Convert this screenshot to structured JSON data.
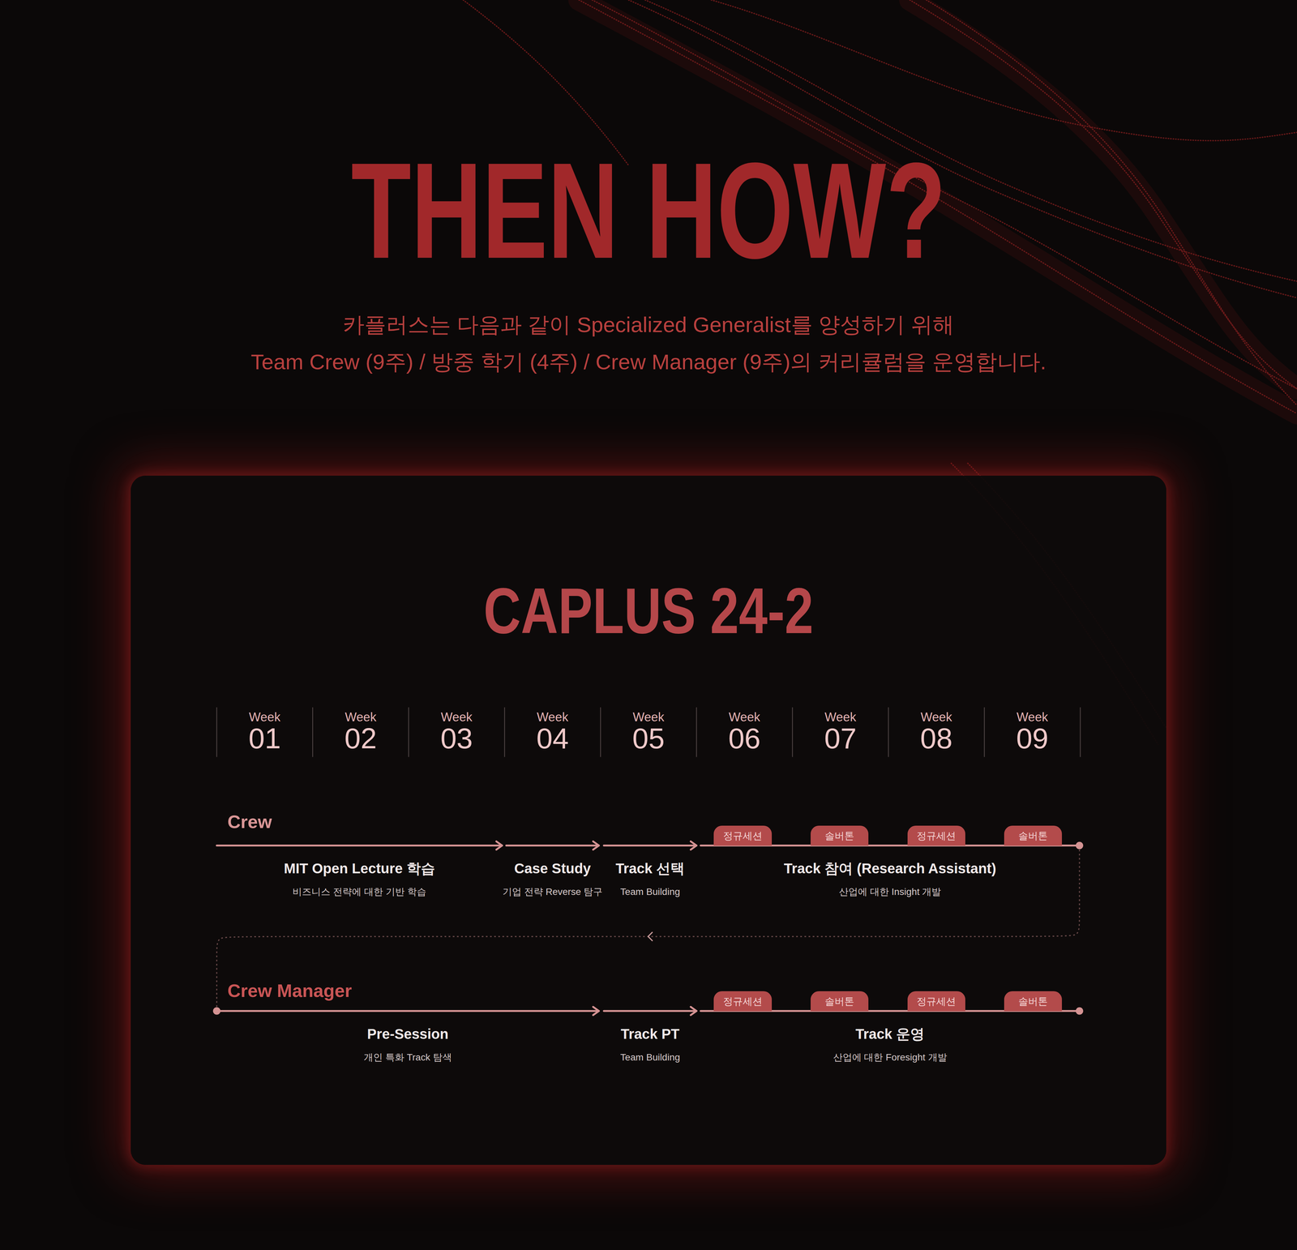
{
  "diagram": {
    "title": "THEN HOW?",
    "nodes": [
      {
        "text": [
          "CAPLUS 24-2"
        ]
      },
      {
        "text": [
          "정규세션"
        ],
        "in": 0
      },
      {
        "text": [
          "솔버톤"
        ],
        "in": 0
      },
      {
        "text": [
          "정규세션"
        ],
        "in": 0
      },
      {
        "text": [
          "솔버톤"
        ],
        "in": 0
      },
      {
        "text": [
          "MIT Open Lecture 학습",
          "비즈니스 전략에 대한 기반 학습"
        ],
        "in": 0
      },
      {
        "text": [
          "Case Study",
          "기업 전략 Reverse 탐구"
        ],
        "in": 0
      },
      {
        "text": [
          "Track 선택",
          "Team Building"
        ],
        "in": 0
      },
      {
        "text": [
          "Track 참여 (Research Assistant)",
          "산업에 대한 Insight 개발"
        ],
        "in": 0
      },
      {
        "text": [
          "정규세션"
        ],
        "in": 0
      },
      {
        "text": [
          "솔버톤"
        ],
        "in": 0
      },
      {
        "text": [
          "정규세션"
        ],
        "in": 0
      },
      {
        "text": [
          "솔버톤"
        ],
        "in": 0
      },
      {
        "text": [
          "Pre-Session",
          "개인 특화 Track 탐색"
        ],
        "in": 0
      },
      {
        "text": [
          "Track PT",
          "Team Building"
        ],
        "in": 0
      },
      {
        "text": [
          "Track 운영",
          "산업에 대한 Foresight 개발"
        ],
        "in": 0
      }
    ],
    "edges": [
      {
        "from": 8,
        "to": 13,
        "arrow": "to"
      }
    ],
    "labels": [
      "카플러스는 다음과 같이 Specialized Generalist를 양성하기 위해",
      "Team Crew (9주) / 방중 학기 (4주) / Crew Manager (9주)의 커리큘럼을 운영합니다.",
      "Week",
      "01",
      "Week",
      "02",
      "Week",
      "03",
      "Week",
      "04",
      "Week",
      "05",
      "Week",
      "06",
      "Week",
      "07",
      "Week",
      "08",
      "Week",
      "09",
      "Crew",
      "Crew Manager"
    ]
  }
}
